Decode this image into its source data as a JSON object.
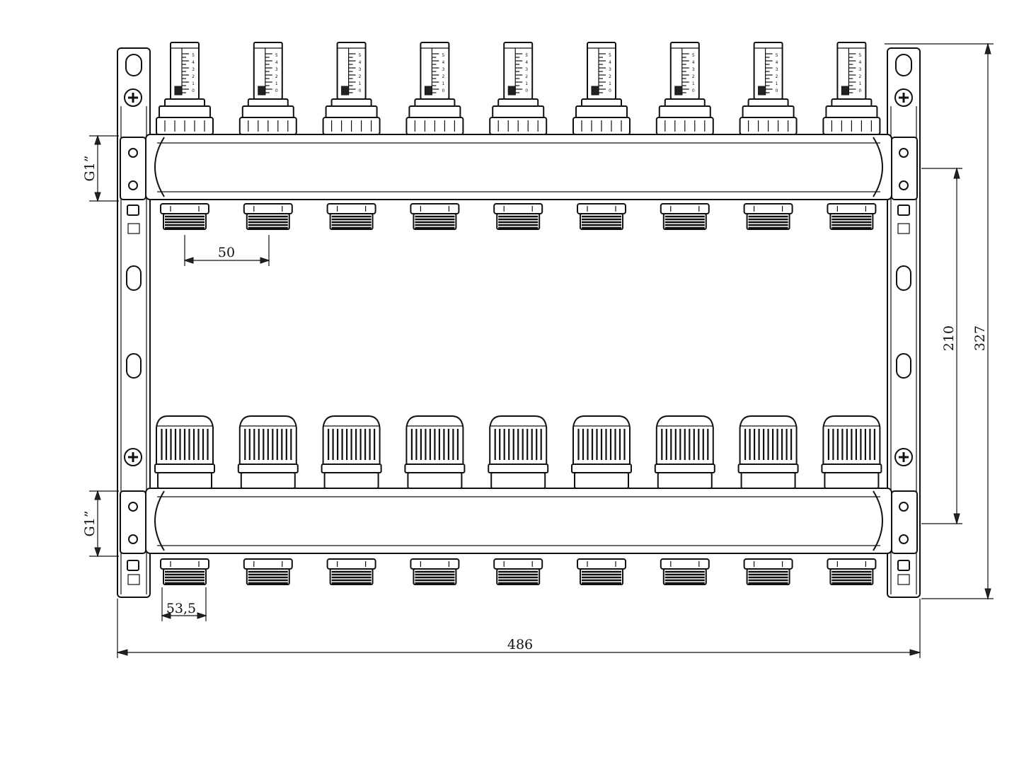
{
  "outlets_per_bar": 9,
  "dimensions": {
    "spacing": "50",
    "end_spacing": "53,5",
    "total_width": "486",
    "bar_distance": "210",
    "total_height": "327",
    "thread_top": "G1”",
    "thread_bottom": "G1”"
  },
  "flowmeter_scale": [
    "5",
    "4",
    "3",
    "2",
    "1",
    "0"
  ]
}
